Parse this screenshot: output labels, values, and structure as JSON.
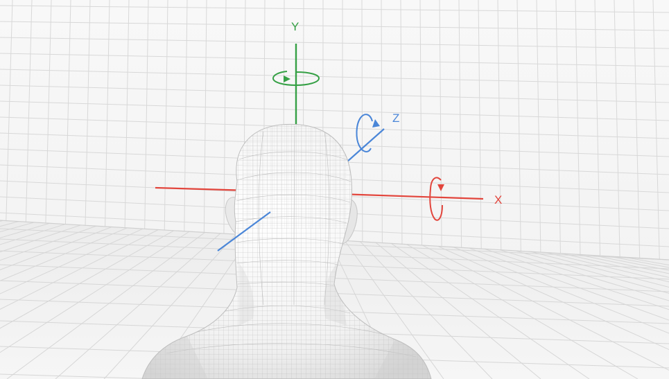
{
  "axes": {
    "x": {
      "label": "X",
      "color": "#e2453c"
    },
    "y": {
      "label": "Y",
      "color": "#35a045"
    },
    "z": {
      "label": "Z",
      "color": "#4a86d8"
    }
  },
  "scene": {
    "subject": "head-mesh",
    "wall_color": "#f7f7f7",
    "floor_color": "#eeeeee",
    "grid_color": "#d9d9d9",
    "mesh_color": "#f4f4f4",
    "mesh_line_color": "#bdbdbd"
  }
}
